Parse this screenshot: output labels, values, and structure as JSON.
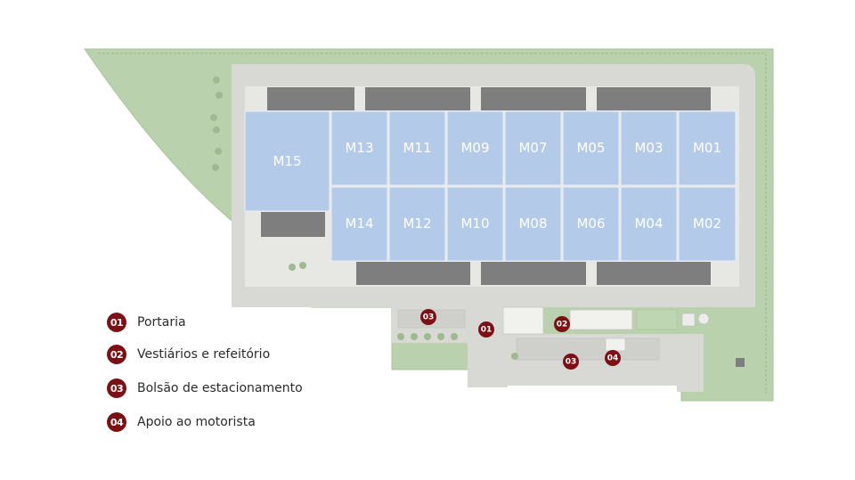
{
  "colors": {
    "grass": "#b9d1ac",
    "road": "#d8d8d4",
    "module": "#b3cbe9",
    "dock": "#7e7e7e",
    "marker": "#7d1015"
  },
  "modules": [
    {
      "id": "M15",
      "label": "M15"
    },
    {
      "id": "M13",
      "label": "M13"
    },
    {
      "id": "M11",
      "label": "M11"
    },
    {
      "id": "M09",
      "label": "M09"
    },
    {
      "id": "M07",
      "label": "M07"
    },
    {
      "id": "M05",
      "label": "M05"
    },
    {
      "id": "M03",
      "label": "M03"
    },
    {
      "id": "M01",
      "label": "M01"
    },
    {
      "id": "M14",
      "label": "M14"
    },
    {
      "id": "M12",
      "label": "M12"
    },
    {
      "id": "M10",
      "label": "M10"
    },
    {
      "id": "M08",
      "label": "M08"
    },
    {
      "id": "M06",
      "label": "M06"
    },
    {
      "id": "M04",
      "label": "M04"
    },
    {
      "id": "M02",
      "label": "M02"
    }
  ],
  "map_markers": [
    {
      "label": "03"
    },
    {
      "label": "01"
    },
    {
      "label": "02"
    },
    {
      "label": "03"
    },
    {
      "label": "04"
    }
  ],
  "legend": [
    {
      "number": "01",
      "label": "Portaria"
    },
    {
      "number": "02",
      "label": "Vestiários e refeitório"
    },
    {
      "number": "03",
      "label": "Bolsão de estacionamento"
    },
    {
      "number": "04",
      "label": "Apoio ao motorista"
    }
  ]
}
